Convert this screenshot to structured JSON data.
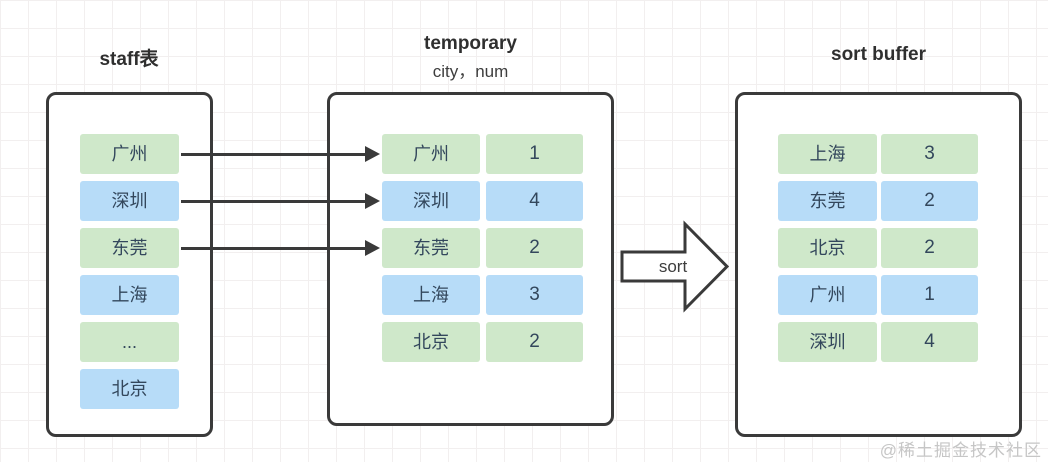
{
  "colors": {
    "green": "#cfe8ca",
    "blue": "#b7dcf8",
    "border": "#3a3a3a",
    "cell_text": "#33475c",
    "title_text": "#2f2f2f",
    "watermark_text": "#c6c6c6",
    "grid_line": "#f2efef"
  },
  "staff_panel": {
    "title": "staff表",
    "rows": [
      "广州",
      "深圳",
      "东莞",
      "上海",
      "...",
      "北京"
    ]
  },
  "temporary_panel": {
    "title": "temporary",
    "subtitle": "city，num",
    "rows": [
      {
        "city": "广州",
        "num": "1"
      },
      {
        "city": "深圳",
        "num": "4"
      },
      {
        "city": "东莞",
        "num": "2"
      },
      {
        "city": "上海",
        "num": "3"
      },
      {
        "city": "北京",
        "num": "2"
      }
    ]
  },
  "sort_buffer_panel": {
    "title": "sort buffer",
    "rows": [
      {
        "city": "上海",
        "num": "3"
      },
      {
        "city": "东莞",
        "num": "2"
      },
      {
        "city": "北京",
        "num": "2"
      },
      {
        "city": "广州",
        "num": "1"
      },
      {
        "city": "深圳",
        "num": "4"
      }
    ]
  },
  "sort_arrow": {
    "label": "sort"
  },
  "watermark": "@稀土掘金技术社区"
}
